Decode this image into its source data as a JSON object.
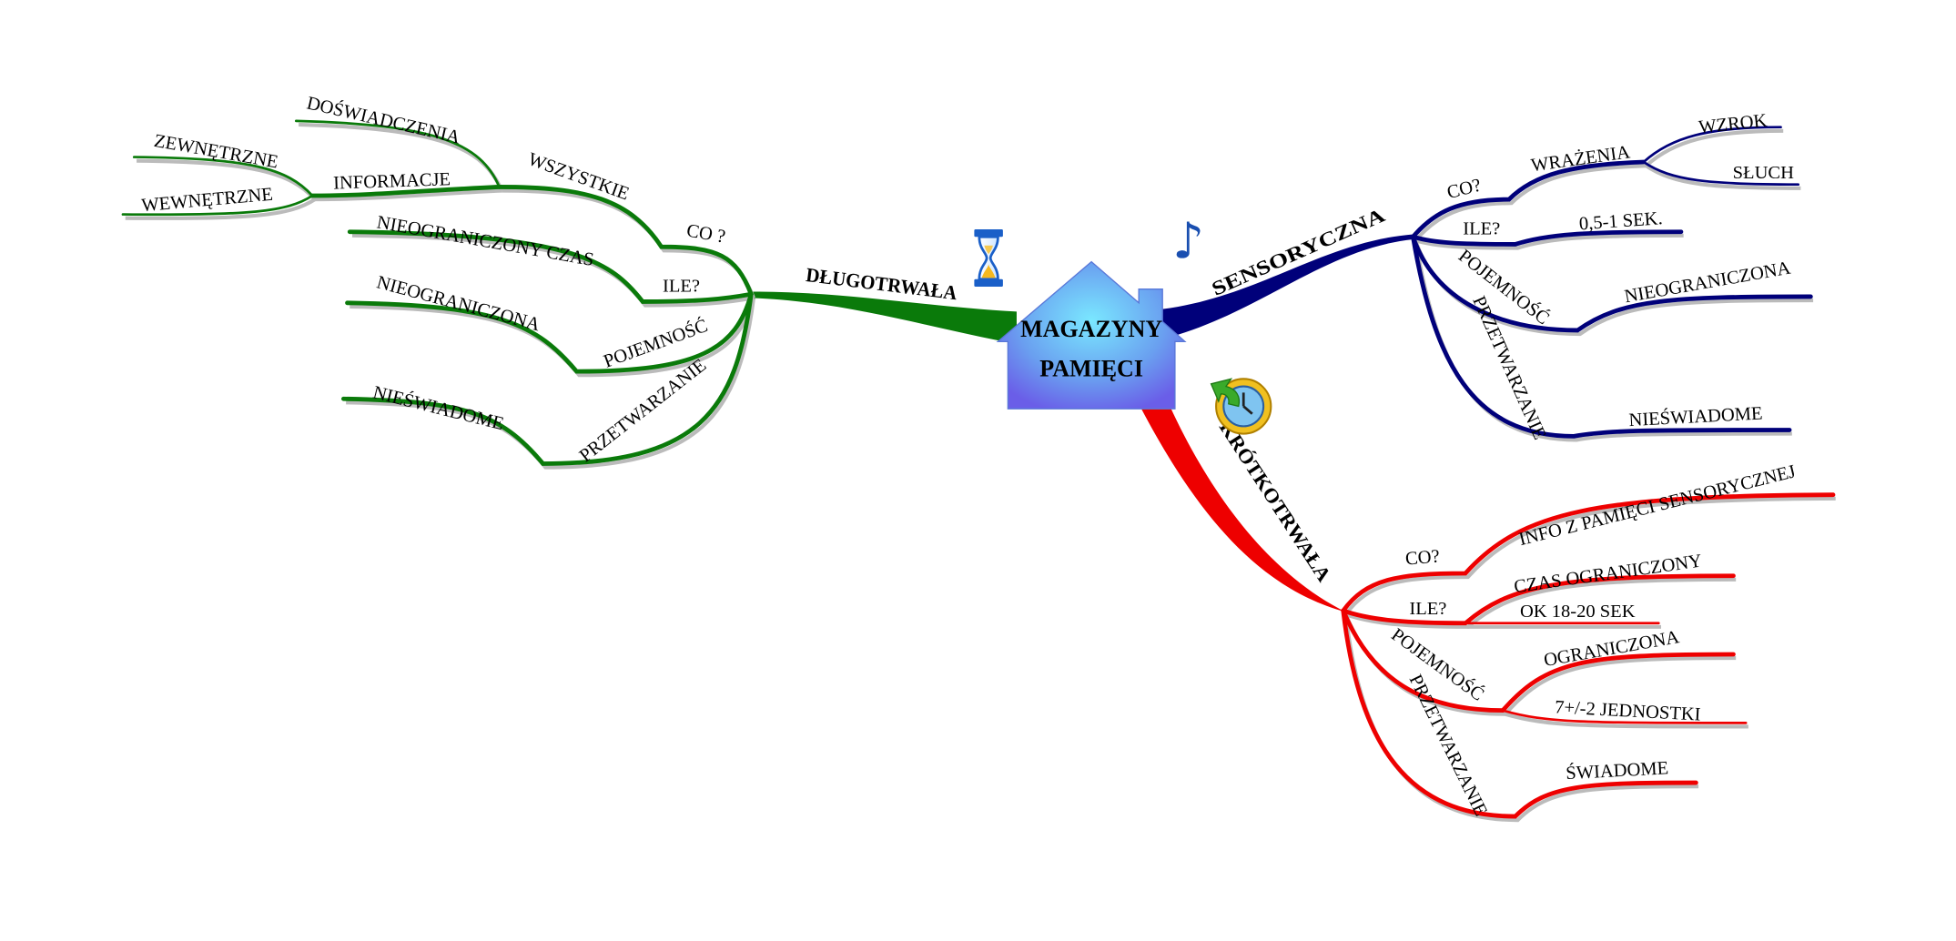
{
  "center": {
    "line1": "MAGAZYNY",
    "line2": "PAMIĘCI"
  },
  "colors": {
    "long_term": "#0a7a0a",
    "sensory": "#00007a",
    "short_term": "#ee0000"
  },
  "long_term": {
    "label": "DŁUGOTRWAŁA",
    "icon": "hourglass-icon",
    "co": "CO ?",
    "wszystkie": "WSZYSTKIE",
    "doswiadczenia": "DOŚWIADCZENIA",
    "informacje": "INFORMACJE",
    "zewnetrzne": "ZEWNĘTRZNE",
    "wewnetrzne": "WEWNĘTRZNE",
    "ile": "ILE?",
    "ile_value": "NIEOGRANICZONY CZAS",
    "pojemnosc": "POJEMNOŚĆ",
    "pojemnosc_value": "NIEOGRANICZONA",
    "przetwarzanie": "PRZETWARZANIE",
    "przetwarzanie_value": "NIEŚWIADOME"
  },
  "sensory": {
    "label": "SENSORYCZNA",
    "icon": "music-note-icon",
    "co": "CO?",
    "wrazenia": "WRAŻENIA",
    "wzrok": "WZROK",
    "sluch": "SŁUCH",
    "ile": "ILE?",
    "ile_value": "0,5-1 SEK.",
    "pojemnosc": "POJEMNOŚĆ",
    "pojemnosc_value": "NIEOGRANICZONA",
    "przetwarzanie": "PRZETWARZANIE",
    "przetwarzanie_value": "NIEŚWIADOME"
  },
  "short_term": {
    "label": "KRÓTKOTRWAŁA",
    "icon": "clock-icon",
    "co": "CO?",
    "co_value": "INFO Z PAMIĘCI SENSORYCZNEJ",
    "ile": "ILE?",
    "ile_value1": "CZAS OGRANICZONY",
    "ile_value2": "OK 18-20 SEK",
    "pojemnosc": "POJEMNOŚĆ",
    "pojemnosc_value1": "OGRANICZONA",
    "pojemnosc_value2": "7+/-2 JEDNOSTKI",
    "przetwarzanie": "PRZETWARZANIE",
    "przetwarzanie_value": "ŚWIADOME"
  }
}
